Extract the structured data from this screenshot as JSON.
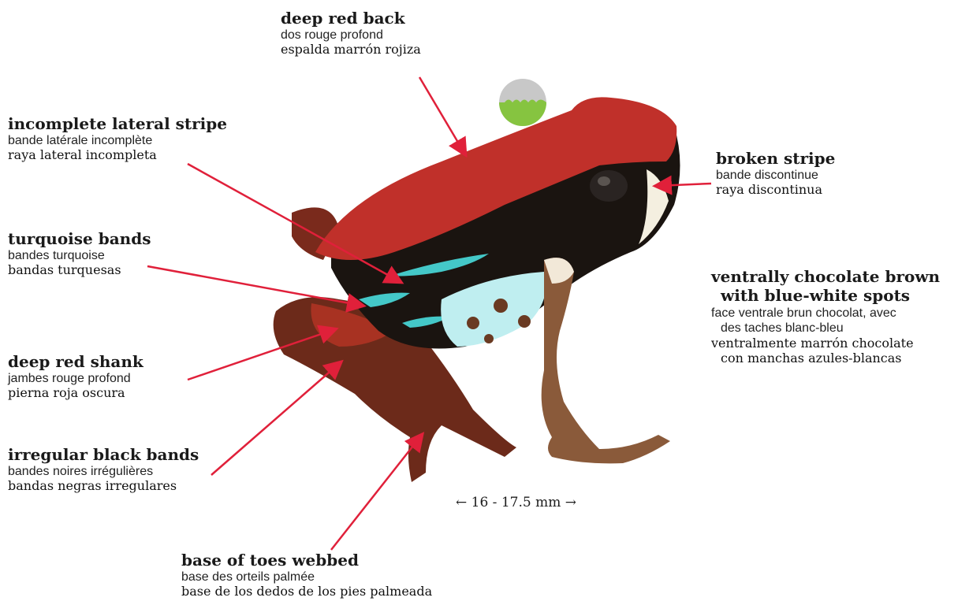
{
  "annotations": [
    {
      "id": "deep-red-back",
      "en": "deep red back",
      "fr": "dos rouge profond",
      "es": "espalda marrón rojiza"
    },
    {
      "id": "incomplete-lateral-stripe",
      "en": "incomplete lateral stripe",
      "fr": "bande latérale incomplète",
      "es": "raya lateral incompleta"
    },
    {
      "id": "broken-stripe",
      "en": "broken stripe",
      "fr": "bande discontinue",
      "es": "raya discontinua"
    },
    {
      "id": "turquoise-bands",
      "en": "turquoise bands",
      "fr": "bandes turquoise",
      "es": "bandas turquesas"
    },
    {
      "id": "ventral",
      "en1": "ventrally chocolate brown",
      "en2": "with blue-white spots",
      "fr1": "face ventrale brun chocolat, avec",
      "fr2": "des taches blanc-bleu",
      "es1": "ventralmente marrón chocolate",
      "es2": "con manchas azules-blancas"
    },
    {
      "id": "deep-red-shank",
      "en": "deep red shank",
      "fr": "jambes rouge profond",
      "es": "pierna roja oscura"
    },
    {
      "id": "irregular-black-bands",
      "en": "irregular black bands",
      "fr": "bandes noires irrégulières",
      "es": "bandas negras irregulares"
    },
    {
      "id": "base-of-toes-webbed",
      "en": "base of toes webbed",
      "fr": "base des orteils palmée",
      "es": "base de los dedos de los pies palmeada"
    }
  ],
  "scale": {
    "text": "← 16 - 17.5 mm →"
  },
  "colors": {
    "arrow": "#e0203a",
    "back": "#c0302a",
    "body": "#1a1410",
    "turquoise": "#44c8c8",
    "legs": "#8a5a3a",
    "badge_top": "#c8c8c8",
    "badge_bottom": "#86c440"
  },
  "icons": {
    "habitat_badge": "terrain-badge-icon"
  }
}
